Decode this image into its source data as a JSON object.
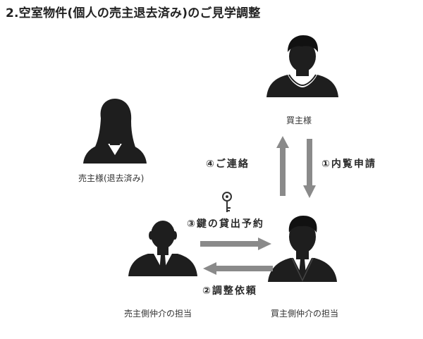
{
  "title": "2.空室物件(個人の売主退去済み)のご見学調整",
  "actors": {
    "buyer": "買主様",
    "seller": "売主様(退去済み)",
    "seller_agent": "売主側仲介の担当",
    "buyer_agent": "買主側仲介の担当"
  },
  "steps": {
    "step1": "①内覧申請",
    "step2": "②調整依頼",
    "step3": "③鍵の貸出予約",
    "step4": "④ご連絡"
  },
  "icons": {
    "buyer": "man-avatar-icon",
    "seller": "woman-avatar-icon",
    "seller_agent": "businessman-silhouette-icon",
    "buyer_agent": "businessman-avatar-icon",
    "key": "key-icon"
  },
  "colors": {
    "figure": "#1e1e1e",
    "arrow": "#8a8a8a"
  }
}
